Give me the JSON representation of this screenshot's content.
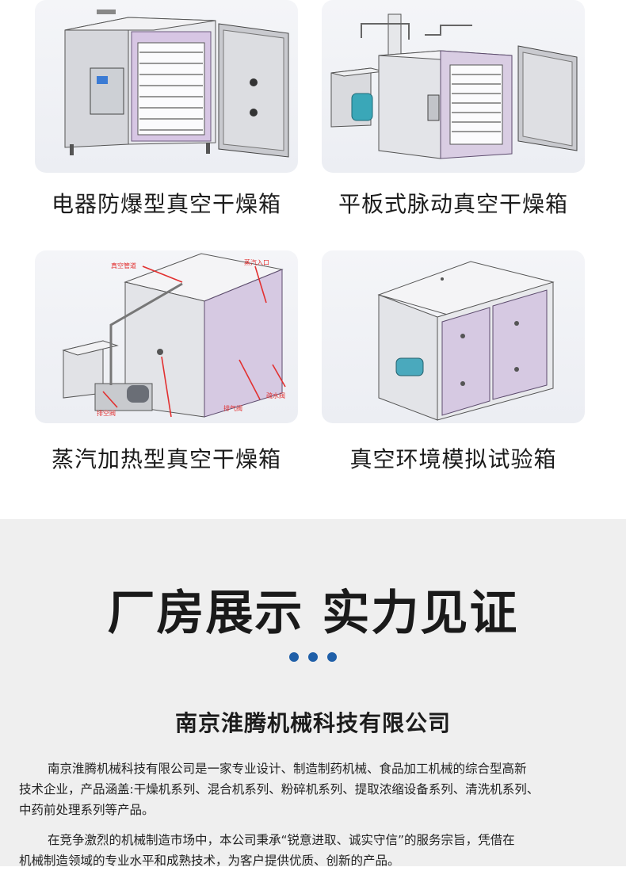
{
  "products": [
    {
      "name": "电器防爆型真空干燥箱",
      "image": "explosion-proof-vacuum-oven"
    },
    {
      "name": "平板式脉动真空干燥箱",
      "image": "pulsating-vacuum-oven"
    },
    {
      "name": "蒸汽加热型真空干燥箱",
      "image": "steam-heated-vacuum-oven"
    },
    {
      "name": "真空环境模拟试验箱",
      "image": "vacuum-environment-test-chamber"
    }
  ],
  "diagram_labels": {
    "vacuum_pipe": "真空管道",
    "steam_inlet": "蒸汽入口",
    "exhaust_valve": "排气阀",
    "drain_valve": "疏水阀",
    "vent_valve": "排空阀"
  },
  "factory": {
    "headline": "厂房展示 实力见证",
    "company": "南京淮腾机械科技有限公司",
    "paragraph1_lines": [
      "南京淮腾机械科技有限公司是一家专业设计、制造制药机械、食品加工机械的综合型高新",
      "技术企业，产品涵盖:干燥机系列、混合机系列、粉碎机系列、提取浓缩设备系列、清洗机系列、",
      "中药前处理系列等产品。"
    ],
    "paragraph2_lines": [
      "在竞争激烈的机械制造市场中，本公司秉承“锐意进取、诚实守信”的服务宗旨，凭借在",
      "机械制造领域的专业水平和成熟技术，为客户提供优质、创新的产品。"
    ]
  },
  "colors": {
    "accent_dot": "#1f5fa8",
    "section_bg": "#efefef",
    "panel_purple": "#d9cde3"
  }
}
